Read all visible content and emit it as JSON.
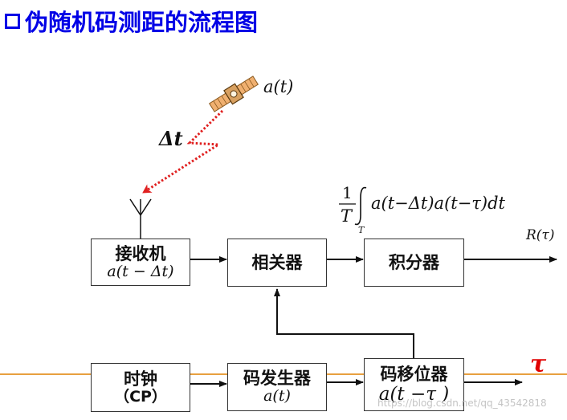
{
  "title": "伪随机码测距的流程图",
  "satellite": {
    "signal": "a(t)",
    "delay": "Δt"
  },
  "integral": {
    "numerator": "1",
    "denominator": "T",
    "sub": "T",
    "expr": "a(t−Δt)a(t−τ)dt"
  },
  "output_label": "R(τ)",
  "tau_label": "τ",
  "boxes": {
    "receiver": {
      "name": "接收机",
      "expr": "a(t − Δt)"
    },
    "correlator": {
      "name": "相关器"
    },
    "integrator": {
      "name": "积分器"
    },
    "clock": {
      "name": "时钟",
      "sub": "（CP）"
    },
    "code_gen": {
      "name": "码发生器",
      "expr": "a(t)"
    },
    "shifter": {
      "name": "码移位器",
      "expr": "a(t −τ )"
    }
  },
  "watermark": "https://blog.csdn.net/qq_43542818",
  "colors": {
    "title": "#0000e6",
    "dotted_signal": "#e02020",
    "tau": "#e00000",
    "hline": "#e8a040"
  }
}
